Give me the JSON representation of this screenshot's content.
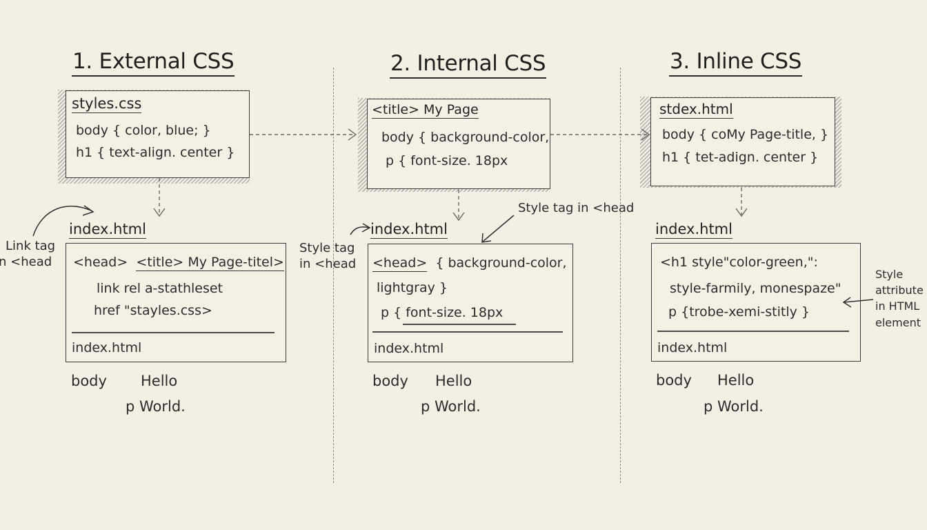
{
  "columns": [
    {
      "title": "1. External CSS",
      "top_box": {
        "filename": "styles.css",
        "lines": [
          "body { color, blue; }",
          "h1 { text-align. center }"
        ]
      },
      "file_label": "index.html",
      "side_note": [
        "Link tag",
        "n <head"
      ],
      "bottom_box": {
        "head_prefix": "<head>",
        "head_title": "<title> My Page-titel>",
        "lines": [
          "link rel a-stathleset",
          "href \"stayles.css>"
        ],
        "footer": "index.html"
      },
      "body_label": "body",
      "hello": "Hello",
      "world": "p World."
    },
    {
      "title": "2. Internal CSS",
      "top_box": {
        "filename": "<title> My Page",
        "lines": [
          "body { background-color,",
          "p { font-size. 18px"
        ]
      },
      "file_label": "index.html",
      "side_note": [
        "Style tag",
        "in <head"
      ],
      "top_note": "Style tag in <head",
      "bottom_box": {
        "head_prefix": "<head>",
        "head_title": "{ background-color,",
        "lines": [
          "lightgray }",
          "p { font-size. 18px"
        ],
        "footer": "index.html"
      },
      "body_label": "body",
      "hello": "Hello",
      "world": "p World."
    },
    {
      "title": "3. Inline CSS",
      "top_box": {
        "filename": "stdex.html",
        "lines": [
          "body { coMy Page-title, }",
          "h1 { tet-adign. center }"
        ]
      },
      "file_label": "index.html",
      "side_note": [
        "Style",
        "attribute",
        "in HTML",
        "element"
      ],
      "bottom_box": {
        "head_prefix": "<h1 style\"color-green,\":",
        "head_title": "",
        "lines": [
          "style-farmily, monespaze\"",
          "p {trobe-xemi-stitly }"
        ],
        "footer": "index.html"
      },
      "body_label": "body",
      "hello": "Hello",
      "world": "p World."
    }
  ]
}
